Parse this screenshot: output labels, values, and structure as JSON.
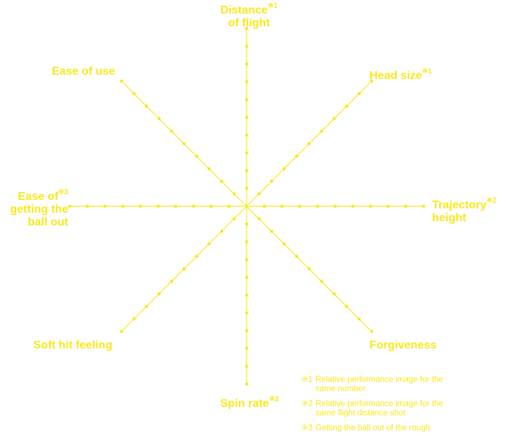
{
  "colors": {
    "accent": "#f8e81c"
  },
  "axes": {
    "distance": {
      "line1": "Distance",
      "line2": "of flight",
      "mark": "※1"
    },
    "head_size": {
      "text": "Head size",
      "mark": "※1"
    },
    "trajectory": {
      "line1": "Trajectory",
      "line2": "height",
      "mark": "※2"
    },
    "forgiveness": {
      "text": "Forgiveness"
    },
    "spin_rate": {
      "text": "Spin rate",
      "mark": "※2"
    },
    "soft_hit": {
      "text": "Soft hit feeling"
    },
    "ease_getting_out": {
      "line1": "Ease of",
      "line2": "getting the",
      "line3": "ball out",
      "mark": "※3"
    },
    "ease_of_use": {
      "text": "Ease of use"
    }
  },
  "notes": [
    {
      "mark": "※1",
      "line1": "Relative performance image for the",
      "line2": "same number"
    },
    {
      "mark": "※2",
      "line1": "Relative performance image for the",
      "line2": "same flight distance shot"
    },
    {
      "mark": "※3",
      "line1": "Getting the ball out of the rough",
      "line2": ""
    }
  ]
}
